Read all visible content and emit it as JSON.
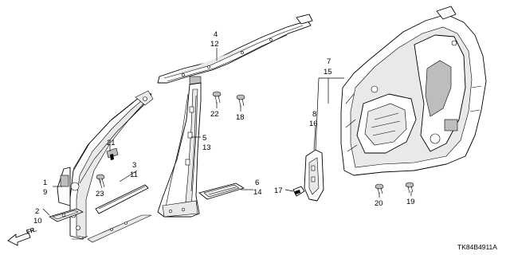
{
  "callouts": [
    {
      "key": "c1",
      "text": "1"
    },
    {
      "key": "c9",
      "text": "9"
    },
    {
      "key": "c2",
      "text": "2"
    },
    {
      "key": "c10",
      "text": "10"
    },
    {
      "key": "c21",
      "text": "21"
    },
    {
      "key": "c3",
      "text": "3"
    },
    {
      "key": "c11",
      "text": "11"
    },
    {
      "key": "c23",
      "text": "23"
    },
    {
      "key": "c4",
      "text": "4"
    },
    {
      "key": "c12",
      "text": "12"
    },
    {
      "key": "c22",
      "text": "22"
    },
    {
      "key": "c18",
      "text": "18"
    },
    {
      "key": "c5",
      "text": "5"
    },
    {
      "key": "c13",
      "text": "13"
    },
    {
      "key": "c6",
      "text": "6"
    },
    {
      "key": "c14",
      "text": "14"
    },
    {
      "key": "c17",
      "text": "17"
    },
    {
      "key": "c7",
      "text": "7"
    },
    {
      "key": "c15",
      "text": "15"
    },
    {
      "key": "c8",
      "text": "8"
    },
    {
      "key": "c16",
      "text": "16"
    },
    {
      "key": "c19",
      "text": "19"
    },
    {
      "key": "c20",
      "text": "20"
    }
  ],
  "direction_label": "FR.",
  "diagram_code": "TK84B4911A"
}
